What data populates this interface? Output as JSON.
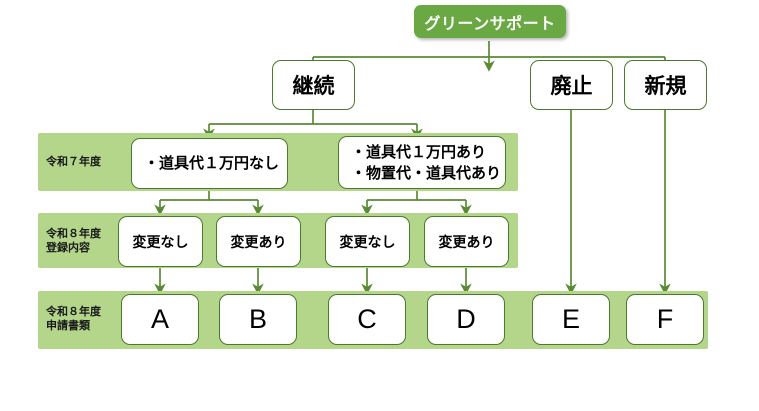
{
  "diagram": {
    "title_node": {
      "label": "グリーンサポート",
      "color": "#6aa844"
    },
    "branches": [
      {
        "name": "continue",
        "label": "継続"
      },
      {
        "name": "discontinue",
        "label": "廃止"
      },
      {
        "name": "new",
        "label": "新規"
      }
    ],
    "rows": [
      {
        "name": "row-reiwa7",
        "label": "令和７年度",
        "band_color": "#b3d68b",
        "cells": [
          {
            "name": "tool-fee-none",
            "label": "・道具代１万円なし"
          },
          {
            "name": "tool-fee-yes",
            "label": "・道具代１万円あり\n・物置代・道具代あり"
          }
        ]
      },
      {
        "name": "row-reiwa8-registration",
        "label": "令和８年度\n登録内容",
        "band_color": "#b3d68b",
        "cells": [
          {
            "name": "no-change-1",
            "label": "変更なし"
          },
          {
            "name": "change-1",
            "label": "変更あり"
          },
          {
            "name": "no-change-2",
            "label": "変更なし"
          },
          {
            "name": "change-2",
            "label": "変更あり"
          }
        ]
      },
      {
        "name": "row-reiwa8-documents",
        "label": "令和８年度\n申請書類",
        "band_color": "#b3d68b",
        "cells": [
          {
            "name": "doc-a",
            "label": "A"
          },
          {
            "name": "doc-b",
            "label": "B"
          },
          {
            "name": "doc-c",
            "label": "C"
          },
          {
            "name": "doc-d",
            "label": "D"
          },
          {
            "name": "doc-e",
            "label": "E"
          },
          {
            "name": "doc-f",
            "label": "F"
          }
        ]
      }
    ],
    "connector_color": "#5a8a34"
  }
}
